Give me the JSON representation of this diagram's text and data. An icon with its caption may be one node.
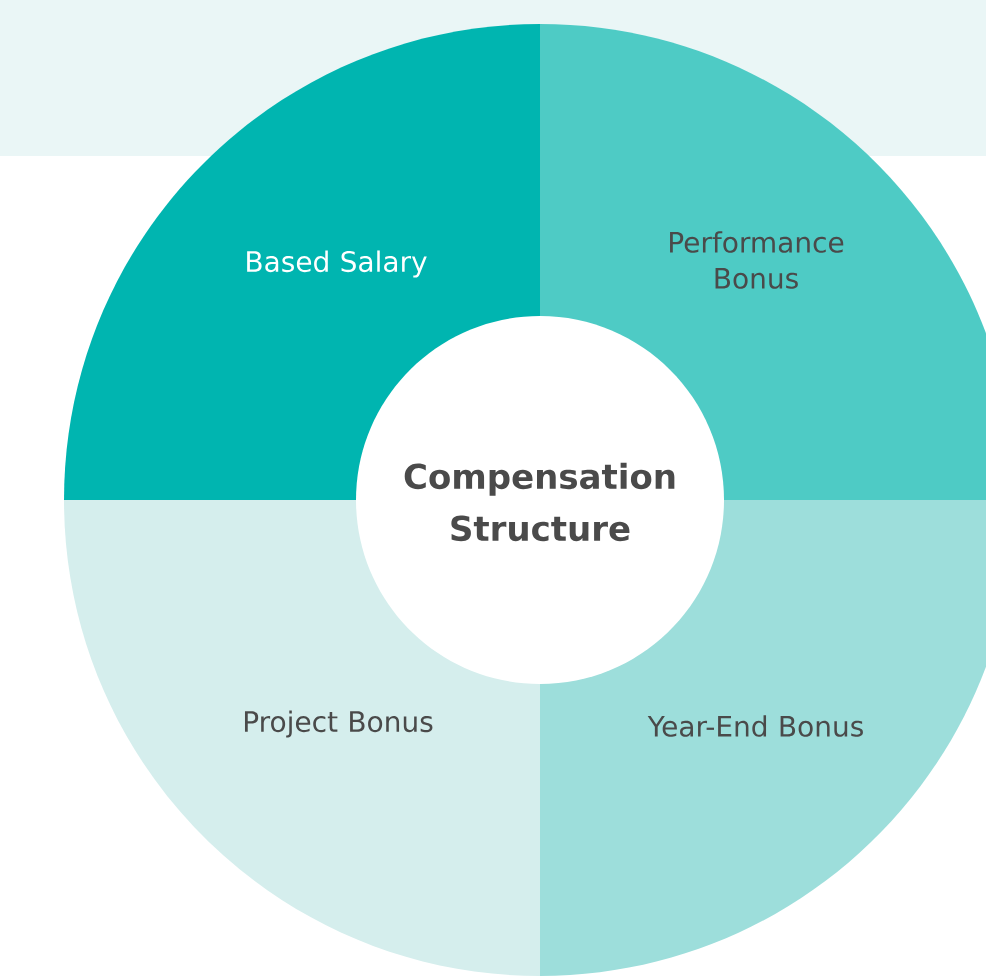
{
  "diagram": {
    "nodes": [
      {
        "text": [
          "Based Salary"
        ]
      },
      {
        "text": [
          "Performance Bonus"
        ]
      },
      {
        "text": [
          "Compensation Structure"
        ]
      },
      {
        "text": [
          "Project Bonus"
        ]
      },
      {
        "text": [
          "Year-End Bonus"
        ]
      }
    ]
  }
}
